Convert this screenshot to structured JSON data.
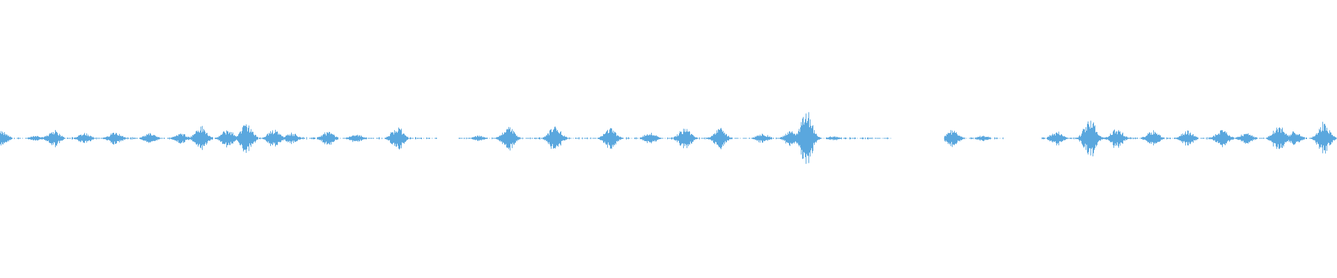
{
  "waveform": {
    "color": "#5aa7de",
    "background": "#ffffff",
    "segments": [
      {
        "start": 0.0,
        "end": 0.327
      },
      {
        "start": 0.343,
        "end": 0.667
      },
      {
        "start": 0.706,
        "end": 0.75
      },
      {
        "start": 0.779,
        "end": 1.0
      }
    ],
    "bursts": [
      {
        "pos": 0.001,
        "amp": 0.05
      },
      {
        "pos": 0.027,
        "amp": 0.02
      },
      {
        "pos": 0.04,
        "amp": 0.06
      },
      {
        "pos": 0.063,
        "amp": 0.04
      },
      {
        "pos": 0.086,
        "amp": 0.05
      },
      {
        "pos": 0.112,
        "amp": 0.035
      },
      {
        "pos": 0.135,
        "amp": 0.04
      },
      {
        "pos": 0.15,
        "amp": 0.085
      },
      {
        "pos": 0.17,
        "amp": 0.065
      },
      {
        "pos": 0.184,
        "amp": 0.11
      },
      {
        "pos": 0.205,
        "amp": 0.07
      },
      {
        "pos": 0.218,
        "amp": 0.04
      },
      {
        "pos": 0.245,
        "amp": 0.05
      },
      {
        "pos": 0.266,
        "amp": 0.03
      },
      {
        "pos": 0.297,
        "amp": 0.085
      },
      {
        "pos": 0.358,
        "amp": 0.02
      },
      {
        "pos": 0.38,
        "amp": 0.09
      },
      {
        "pos": 0.415,
        "amp": 0.095
      },
      {
        "pos": 0.456,
        "amp": 0.075
      },
      {
        "pos": 0.486,
        "amp": 0.04
      },
      {
        "pos": 0.512,
        "amp": 0.08
      },
      {
        "pos": 0.538,
        "amp": 0.075
      },
      {
        "pos": 0.57,
        "amp": 0.035
      },
      {
        "pos": 0.592,
        "amp": 0.065
      },
      {
        "pos": 0.603,
        "amp": 0.19
      },
      {
        "pos": 0.623,
        "amp": 0.015
      },
      {
        "pos": 0.712,
        "amp": 0.06
      },
      {
        "pos": 0.735,
        "amp": 0.02
      },
      {
        "pos": 0.79,
        "amp": 0.05
      },
      {
        "pos": 0.815,
        "amp": 0.14
      },
      {
        "pos": 0.835,
        "amp": 0.07
      },
      {
        "pos": 0.862,
        "amp": 0.06
      },
      {
        "pos": 0.888,
        "amp": 0.055
      },
      {
        "pos": 0.914,
        "amp": 0.065
      },
      {
        "pos": 0.932,
        "amp": 0.04
      },
      {
        "pos": 0.956,
        "amp": 0.09
      },
      {
        "pos": 0.968,
        "amp": 0.05
      },
      {
        "pos": 0.99,
        "amp": 0.11
      }
    ]
  }
}
